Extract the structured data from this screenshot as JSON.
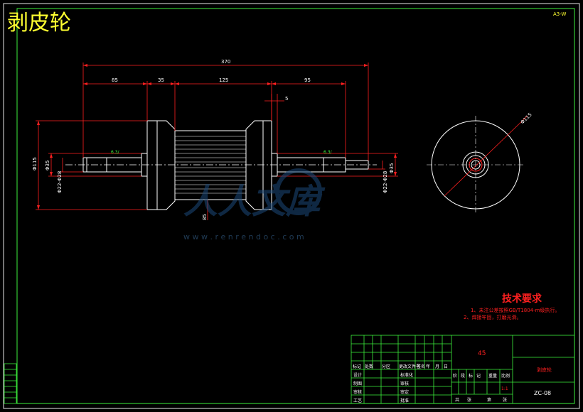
{
  "title_overlay": "剥皮轮",
  "corner_code": "A3-W",
  "dimensions": {
    "overall_length": "370",
    "seg_left": "85",
    "seg_gap": "35",
    "seg_middle": "125",
    "seg_right": "95",
    "gap_small": "5",
    "dia_main": "Φ115",
    "dia_shaft_left": "Φ35",
    "dia_shaft_right": "Φ35",
    "dia_small_left": "Φ22-Φ28",
    "dia_small_right": "Φ22-Φ28",
    "dia_end_view": "Φ115",
    "hub_label": "85"
  },
  "surface_marks": [
    "6.3/",
    "6.3/"
  ],
  "tech_requirements": {
    "heading": "技术要求",
    "items": [
      "1、未注公差按照GB/T1804-m级执行。",
      "2、焊接牢固，打磨光滑。"
    ]
  },
  "title_block": {
    "material": "45",
    "part_name": "剥皮轮",
    "drawing_no": "ZC-08",
    "scale": "1:1",
    "header_row": [
      "标记",
      "处数",
      "分区",
      "更改文件号",
      "签名",
      "年",
      "月",
      "日"
    ],
    "role_rows": [
      {
        "left": "设计",
        "mid": "标准化"
      },
      {
        "left": "制图",
        "mid": "审核"
      },
      {
        "left": "审核",
        "mid": "审定"
      },
      {
        "left": "工艺",
        "mid": "批准"
      }
    ],
    "stage_headers": [
      "阶",
      "段",
      "标",
      "记",
      "重量",
      "比例"
    ],
    "sheet_row": [
      "共",
      "张",
      "第",
      "张"
    ]
  },
  "watermark": {
    "text": "人人文库",
    "url": "w w w . r e n r e n d o c . c o m"
  }
}
